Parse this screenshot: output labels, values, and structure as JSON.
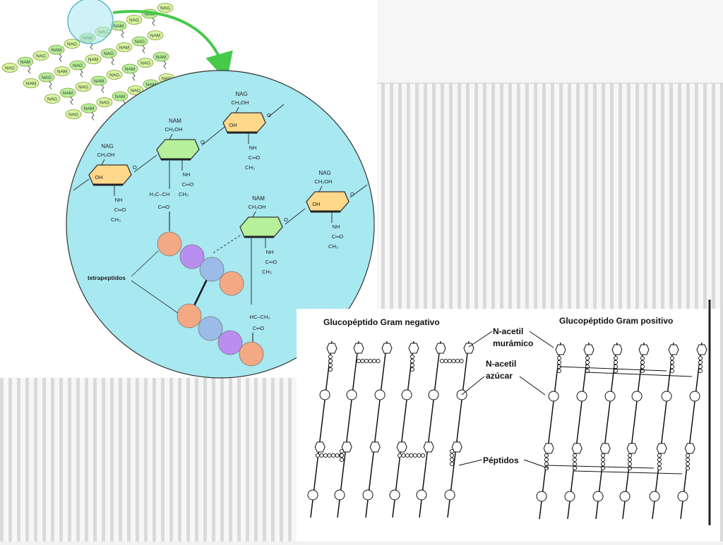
{
  "top_chain": {
    "labels": [
      "NAG",
      "NAM",
      "NAG",
      "NAM",
      "NAG",
      "NAM",
      "NAG",
      "NAM",
      "NAG",
      "NAM",
      "NAG",
      "NAM",
      "NAG",
      "NAM",
      "NAG",
      "NAM",
      "NAG",
      "NAM",
      "NAG",
      "NAM",
      "NAG",
      "NAM",
      "NAG",
      "NAM",
      "NAG",
      "NAM",
      "NAG",
      "NAM",
      "NAG",
      "NAM",
      "NAG",
      "NAM",
      "NAG",
      "NAM",
      "NAG",
      "NAM",
      "NAG",
      "NAM",
      "NAG",
      "NAM",
      "NAG",
      "NAM",
      "NAG",
      "NAM",
      "NAG",
      "NAM",
      "NAG",
      "NAM"
    ]
  },
  "detail": {
    "sugar_labels": [
      "NAG",
      "NAM",
      "NAG",
      "NAM",
      "NAG"
    ],
    "groups": {
      "ch2oh": "CH₂OH",
      "oh": "OH",
      "nh": "NH",
      "c_o": "C═O",
      "ch3": "CH₃",
      "h3c_ch": "H₃C–CH",
      "c_o_lower": "C═O",
      "hc_ch3": "HC–CH₃"
    },
    "tetrapeptidos_label": "tetrapeptidos",
    "colors": {
      "circle_fill": "#a8e8f0",
      "nam_sugar": "#b6f09a",
      "nag_sugar": "#ffd88a",
      "pep_orange": "#f4a985",
      "pep_purple": "#b98ef0",
      "pep_blue": "#9bbbe8",
      "arrow": "#47c94a"
    }
  },
  "wall": {
    "title_negative": "Glucopéptido Gram negativo",
    "title_positive": "Glucopéptido Gram positivo",
    "label_nam_line1": "N-acetil",
    "label_nam_line2": "murámico",
    "label_nag_line1": "N-acetil",
    "label_nag_line2": "azúcar",
    "label_peptides": "Péptidos"
  }
}
